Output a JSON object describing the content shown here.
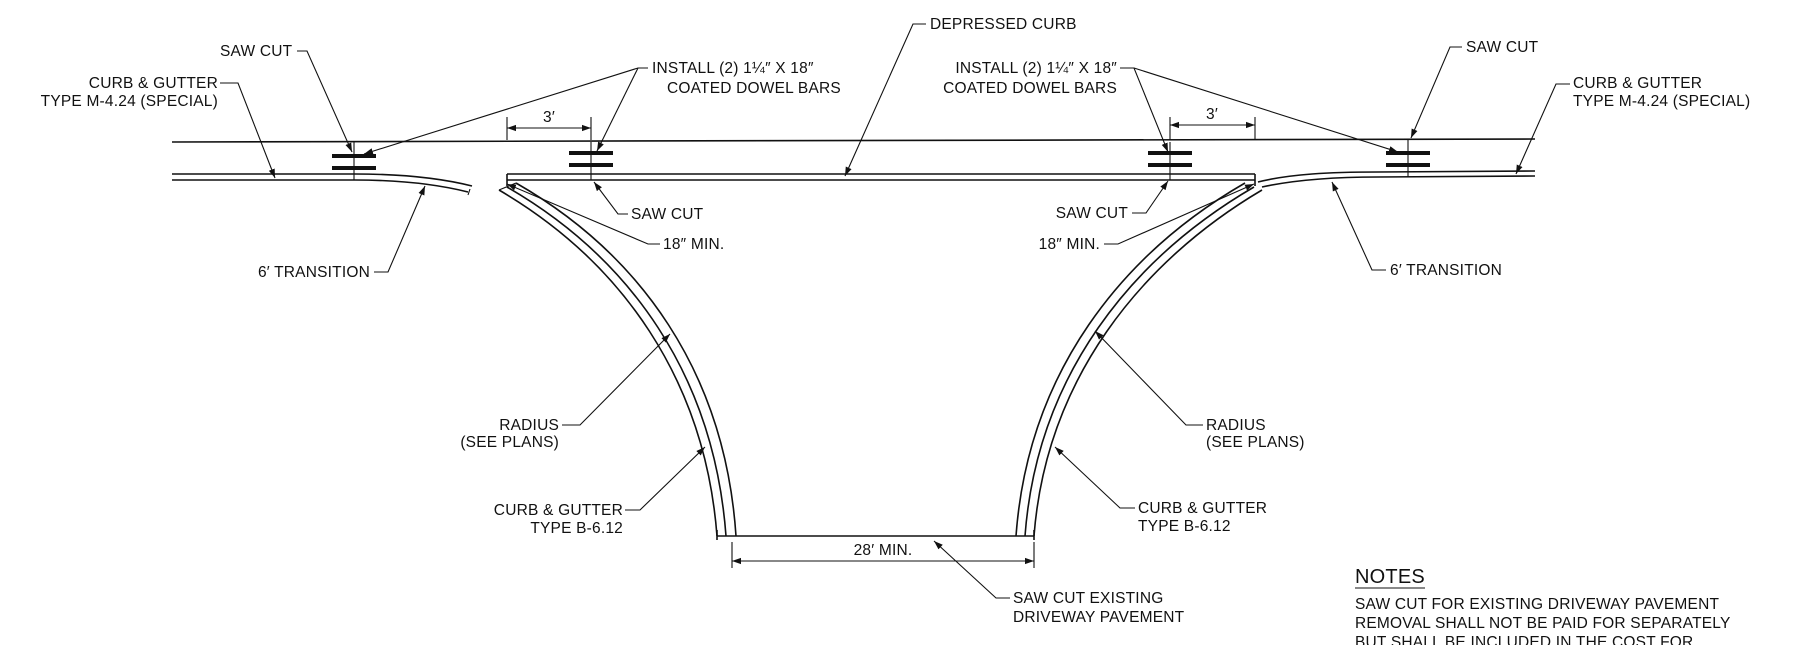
{
  "labels": {
    "depressed_curb": "DEPRESSED CURB",
    "saw_cut": "SAW CUT",
    "curb_gutter_special_l1": "CURB & GUTTER",
    "curb_gutter_special_l2": "TYPE M-4.24 (SPECIAL)",
    "dowel_l1": "INSTALL (2) 1¼″ X 18″",
    "dowel_l2": "COATED DOWEL BARS",
    "dim_3ft": "3′",
    "transition": "6′ TRANSITION",
    "min_18in": "18″ MIN.",
    "radius_l1": "RADIUS",
    "radius_l2": "(SEE PLANS)",
    "curb_gutter_b_l1": "CURB & GUTTER",
    "curb_gutter_b_l2": "TYPE B-6.12",
    "min_28ft": "28′ MIN.",
    "saw_cut_existing_l1": "SAW CUT EXISTING",
    "saw_cut_existing_l2": "DRIVEWAY PAVEMENT"
  },
  "notes": {
    "heading": "NOTES",
    "line1": "SAW CUT FOR EXISTING DRIVEWAY PAVEMENT",
    "line2": "REMOVAL SHALL NOT BE PAID FOR SEPARATELY",
    "line3": "BUT SHALL BE INCLUDED IN THE COST FOR"
  }
}
